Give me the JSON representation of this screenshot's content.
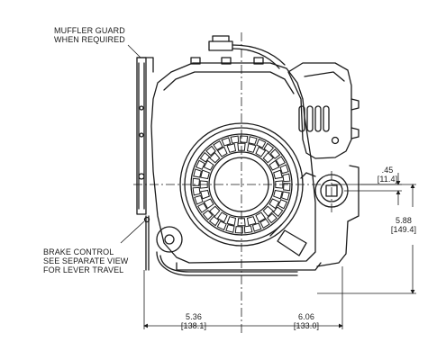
{
  "callouts": {
    "muffler_guard": [
      "MUFFLER GUARD",
      "WHEN REQUIRED"
    ],
    "brake_control": [
      "BRAKE CONTROL",
      "SEE SEPARATE VIEW",
      "FOR LEVER TRAVEL"
    ]
  },
  "dimensions": {
    "offset": {
      "in": ".45",
      "mm": "[11.4]"
    },
    "height": {
      "in": "5.88",
      "mm": "[149.4]"
    },
    "left_width": {
      "in": "5.36",
      "mm": "[138.1]"
    },
    "right_width": {
      "in": "6.06",
      "mm": "[133.0]"
    }
  },
  "colors": {
    "ink": "#1a1a1a",
    "paper": "#ffffff"
  }
}
